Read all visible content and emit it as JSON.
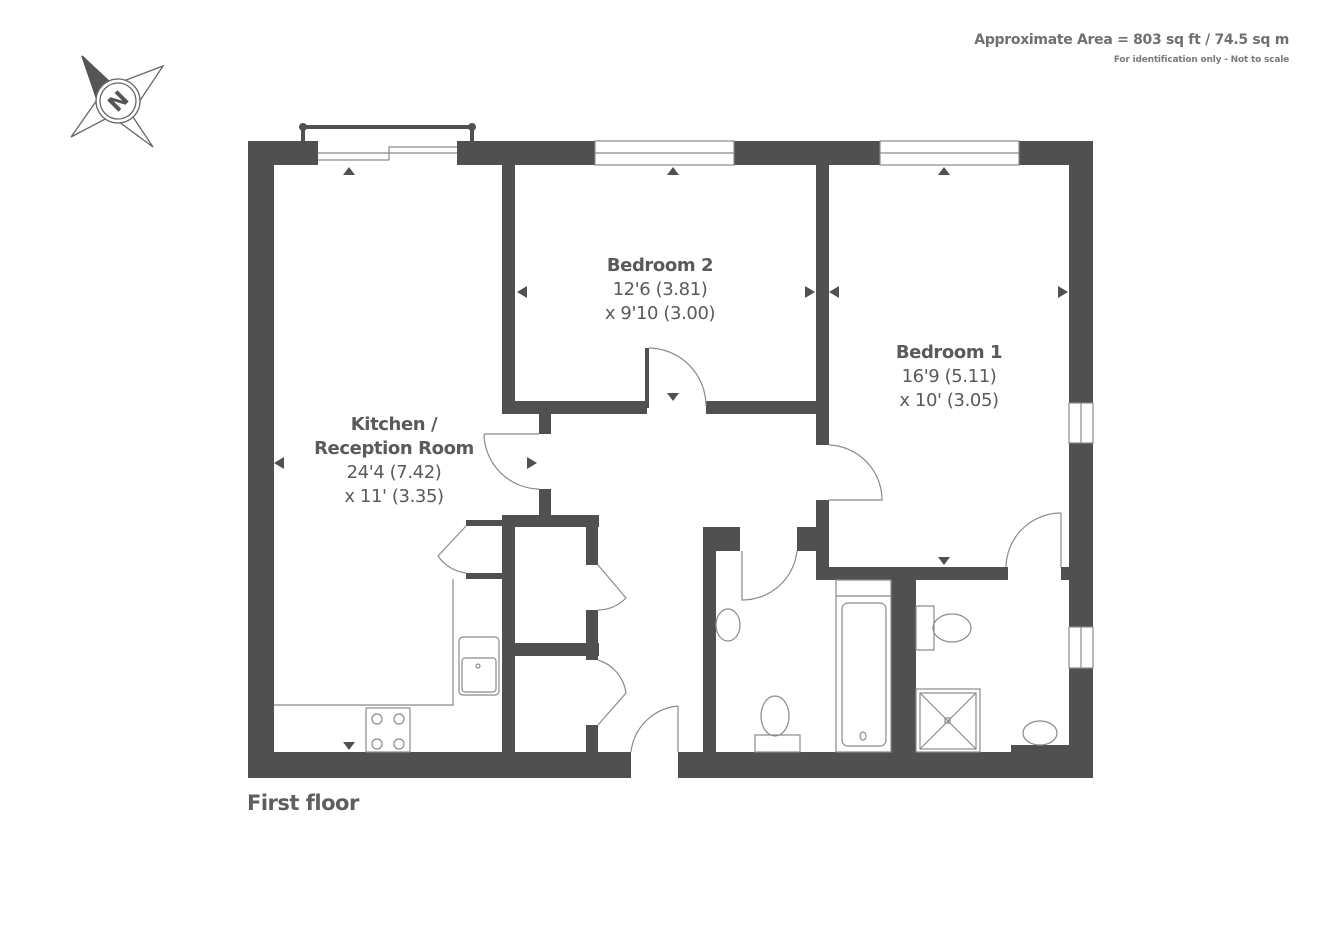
{
  "header": {
    "area": "Approximate Area = 803 sq ft / 74.5 sq m",
    "disclaimer": "For identification only - Not to scale"
  },
  "compass": {
    "icon": "compass-north-icon",
    "letter": "N"
  },
  "floor": {
    "label": "First floor"
  },
  "rooms": [
    {
      "id": "kitchen-reception",
      "name": "Kitchen /",
      "name2": "Reception Room",
      "dim1": "24'4 (7.42)",
      "dim2": "x 11' (3.35)"
    },
    {
      "id": "bedroom-2",
      "name": "Bedroom 2",
      "dim1": "12'6 (3.81)",
      "dim2": "x 9'10 (3.00)"
    },
    {
      "id": "bedroom-1",
      "name": "Bedroom 1",
      "dim1": "16'9 (5.11)",
      "dim2": "x 10' (3.05)"
    }
  ],
  "colors": {
    "wall": "#505050",
    "line": "#8a8a8a",
    "text": "#5a5a5a",
    "background": "#ffffff"
  }
}
